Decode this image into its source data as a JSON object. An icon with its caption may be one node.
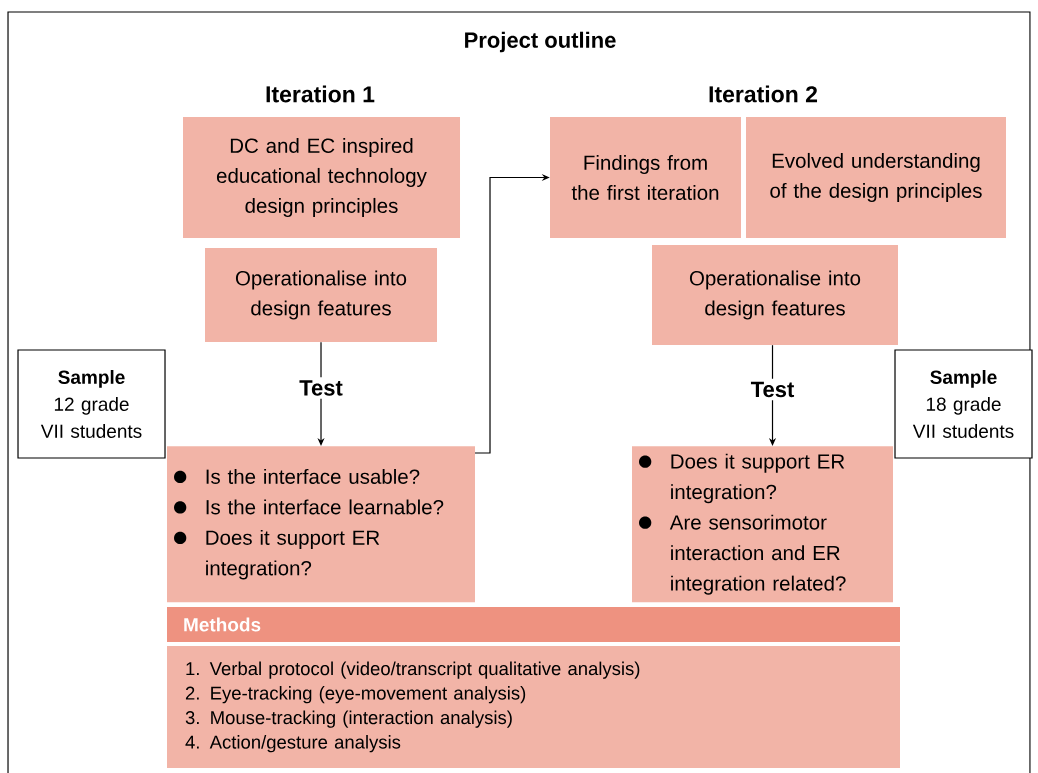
{
  "diagram": {
    "title": "Project outline",
    "nodes": [
      {
        "text": [
          "DC and EC inspired educational technology design principles"
        ]
      },
      {
        "text": [
          "Operationalise into design features"
        ]
      },
      {
        "text": [
          "Is the interface usable?",
          "Is the interface learnable?",
          "Does it support ER integration?"
        ]
      },
      {
        "text": [
          "Findings from the first iteration"
        ]
      },
      {
        "text": [
          "Evolved understanding of the design principles"
        ]
      },
      {
        "text": [
          "Operationalise into design features"
        ]
      },
      {
        "text": [
          "Does it support ER integration?",
          "Are sensorimotor interaction and ER integration related?"
        ]
      },
      {
        "text": [
          "Sample",
          "12 grade VII students"
        ]
      },
      {
        "text": [
          "Sample",
          "18 grade VII students"
        ]
      },
      {
        "text": [
          "Methods"
        ]
      },
      {
        "text": [
          "1. Verbal protocol (video/transcript qualitative analysis)",
          "2. Eye-tracking (eye-movement analysis)",
          "3. Mouse-tracking (interaction analysis)",
          "4. Action/gesture analysis"
        ]
      }
    ],
    "edges": [
      {
        "from": 1,
        "to": 2,
        "arrow": "to",
        "label": "Test"
      },
      {
        "from": 5,
        "to": 6,
        "arrow": "to",
        "label": "Test"
      },
      {
        "from": 2,
        "to": 3,
        "arrow": "to"
      }
    ],
    "labels": [
      "Iteration 1",
      "Iteration 2"
    ]
  }
}
